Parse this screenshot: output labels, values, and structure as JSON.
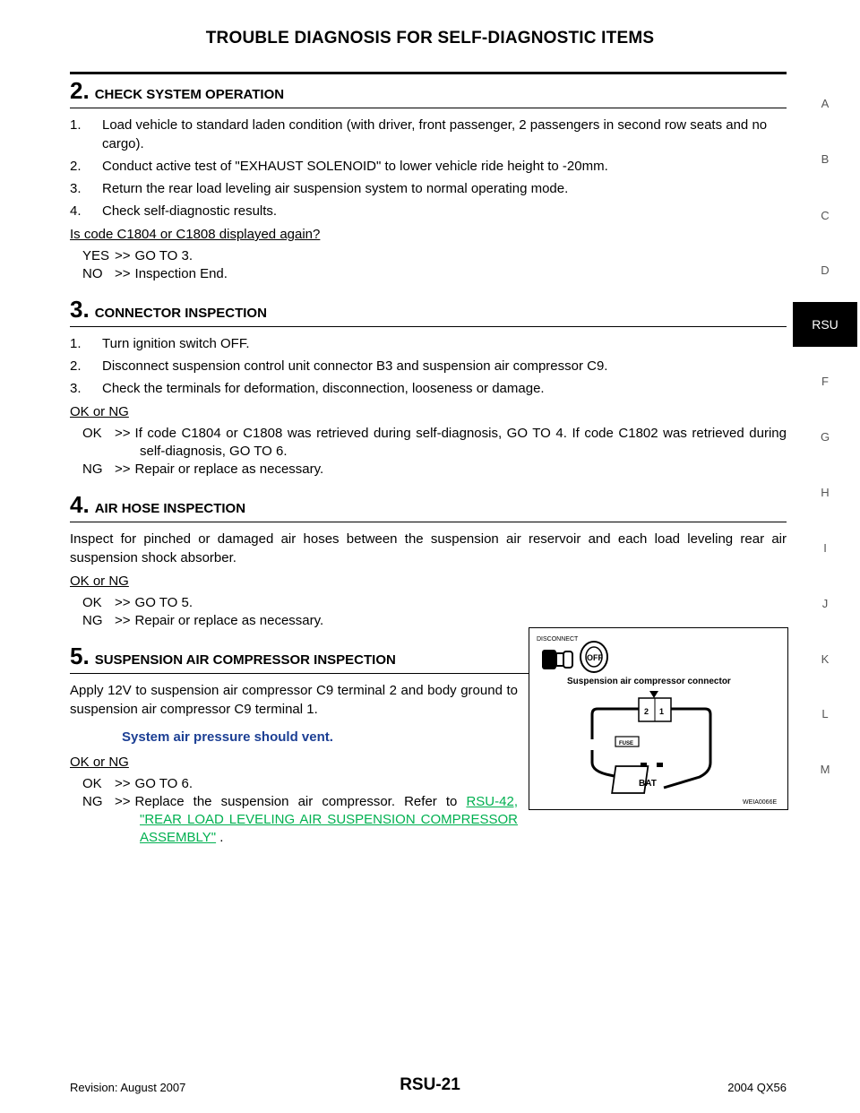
{
  "header": {
    "title": "TROUBLE DIAGNOSIS FOR SELF-DIAGNOSTIC ITEMS"
  },
  "side_tabs": [
    "A",
    "B",
    "C",
    "D",
    "RSU",
    "F",
    "G",
    "H",
    "I",
    "J",
    "K",
    "L",
    "M"
  ],
  "active_tab": "RSU",
  "sections": {
    "s2": {
      "num": "2.",
      "title": "CHECK SYSTEM OPERATION",
      "steps": [
        "Load vehicle to standard laden condition (with driver, front passenger, 2 passengers in second row seats and no cargo).",
        "Conduct active test of \"EXHAUST SOLENOID\" to lower vehicle ride height to -20mm.",
        "Return the rear load leveling air suspension system to normal operating mode.",
        "Check self-diagnostic results."
      ],
      "question": "Is code C1804 or C1808 displayed again?",
      "answers": [
        {
          "key": "YES",
          "arrow": ">>",
          "text": "GO TO 3."
        },
        {
          "key": "NO",
          "arrow": ">>",
          "text": "Inspection End."
        }
      ]
    },
    "s3": {
      "num": "3.",
      "title": "CONNECTOR INSPECTION",
      "steps": [
        "Turn ignition switch OFF.",
        "Disconnect suspension control unit connector B3 and suspension air compressor C9.",
        "Check the terminals for deformation, disconnection, looseness or damage."
      ],
      "question": "OK or NG",
      "answers": [
        {
          "key": "OK",
          "arrow": ">>",
          "text": "If code C1804 or C1808 was retrieved during self-diagnosis, GO TO 4. If code C1802 was retrieved during self-diagnosis, GO TO 6."
        },
        {
          "key": "NG",
          "arrow": ">>",
          "text": "Repair or replace as necessary."
        }
      ]
    },
    "s4": {
      "num": "4.",
      "title": "AIR HOSE INSPECTION",
      "paragraph": "Inspect for pinched or damaged air hoses between the suspension air reservoir and each load leveling rear air suspension shock absorber.",
      "question": "OK or NG",
      "answers": [
        {
          "key": "OK",
          "arrow": ">>",
          "text": "GO TO 5."
        },
        {
          "key": "NG",
          "arrow": ">>",
          "text": "Repair or replace as necessary."
        }
      ]
    },
    "s5": {
      "num": "5.",
      "title": "SUSPENSION AIR COMPRESSOR INSPECTION",
      "paragraph": "Apply 12V to suspension air compressor C9 terminal 2 and body ground to suspension air compressor C9 terminal 1.",
      "note": "System air pressure should vent.",
      "question": "OK or NG",
      "answers": [
        {
          "key": "OK",
          "arrow": ">>",
          "text": "GO TO 6."
        },
        {
          "key": "NG",
          "arrow": ">>",
          "text_prefix": "Replace the suspension air compressor. Refer to ",
          "link": "RSU-42, \"REAR LOAD LEVELING AIR SUSPENSION COMPRESSOR ASSEMBLY\"",
          "text_suffix": " ."
        }
      ]
    }
  },
  "figure": {
    "disconnect_label": "DISCONNECT",
    "off_label": "OFF",
    "connector_label": "Suspension air compressor connector",
    "pin_2": "2",
    "pin_1": "1",
    "fuse_label": "FUSE",
    "battery_label": "BAT",
    "figure_id": "WEIA0066E"
  },
  "footer": {
    "revision": "Revision: August 2007",
    "page": "RSU-21",
    "model": "2004 QX56"
  }
}
